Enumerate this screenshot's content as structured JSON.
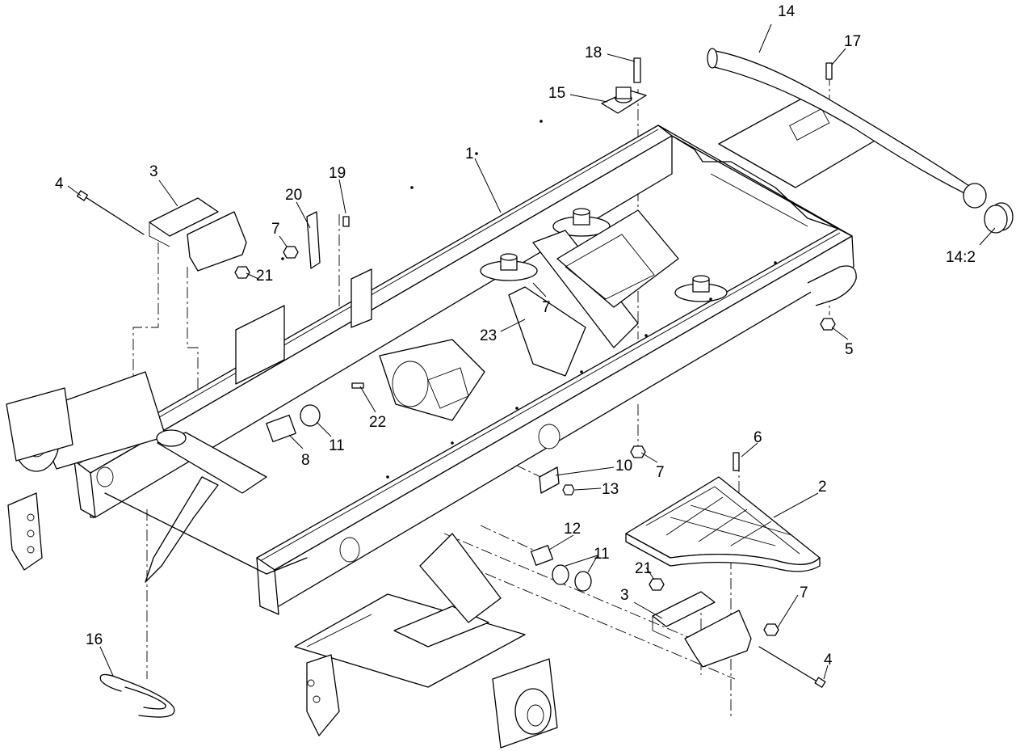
{
  "callouts": [
    {
      "id": "c1",
      "label": "1"
    },
    {
      "id": "c2",
      "label": "2"
    },
    {
      "id": "c3a",
      "label": "3"
    },
    {
      "id": "c3b",
      "label": "3"
    },
    {
      "id": "c4a",
      "label": "4"
    },
    {
      "id": "c4b",
      "label": "4"
    },
    {
      "id": "c5",
      "label": "5"
    },
    {
      "id": "c6",
      "label": "6"
    },
    {
      "id": "c7a",
      "label": "7"
    },
    {
      "id": "c7b",
      "label": "7"
    },
    {
      "id": "c7c",
      "label": "7"
    },
    {
      "id": "c7d",
      "label": "7"
    },
    {
      "id": "c8",
      "label": "8"
    },
    {
      "id": "c10",
      "label": "10"
    },
    {
      "id": "c11a",
      "label": "11"
    },
    {
      "id": "c11b",
      "label": "11"
    },
    {
      "id": "c12",
      "label": "12"
    },
    {
      "id": "c13",
      "label": "13"
    },
    {
      "id": "c14",
      "label": "14"
    },
    {
      "id": "c14-2",
      "label": "14:2"
    },
    {
      "id": "c15",
      "label": "15"
    },
    {
      "id": "c16",
      "label": "16"
    },
    {
      "id": "c17",
      "label": "17"
    },
    {
      "id": "c18",
      "label": "18"
    },
    {
      "id": "c19",
      "label": "19"
    },
    {
      "id": "c20",
      "label": "20"
    },
    {
      "id": "c21a",
      "label": "21"
    },
    {
      "id": "c21b",
      "label": "21"
    },
    {
      "id": "c22",
      "label": "22"
    },
    {
      "id": "c23",
      "label": "23"
    }
  ]
}
